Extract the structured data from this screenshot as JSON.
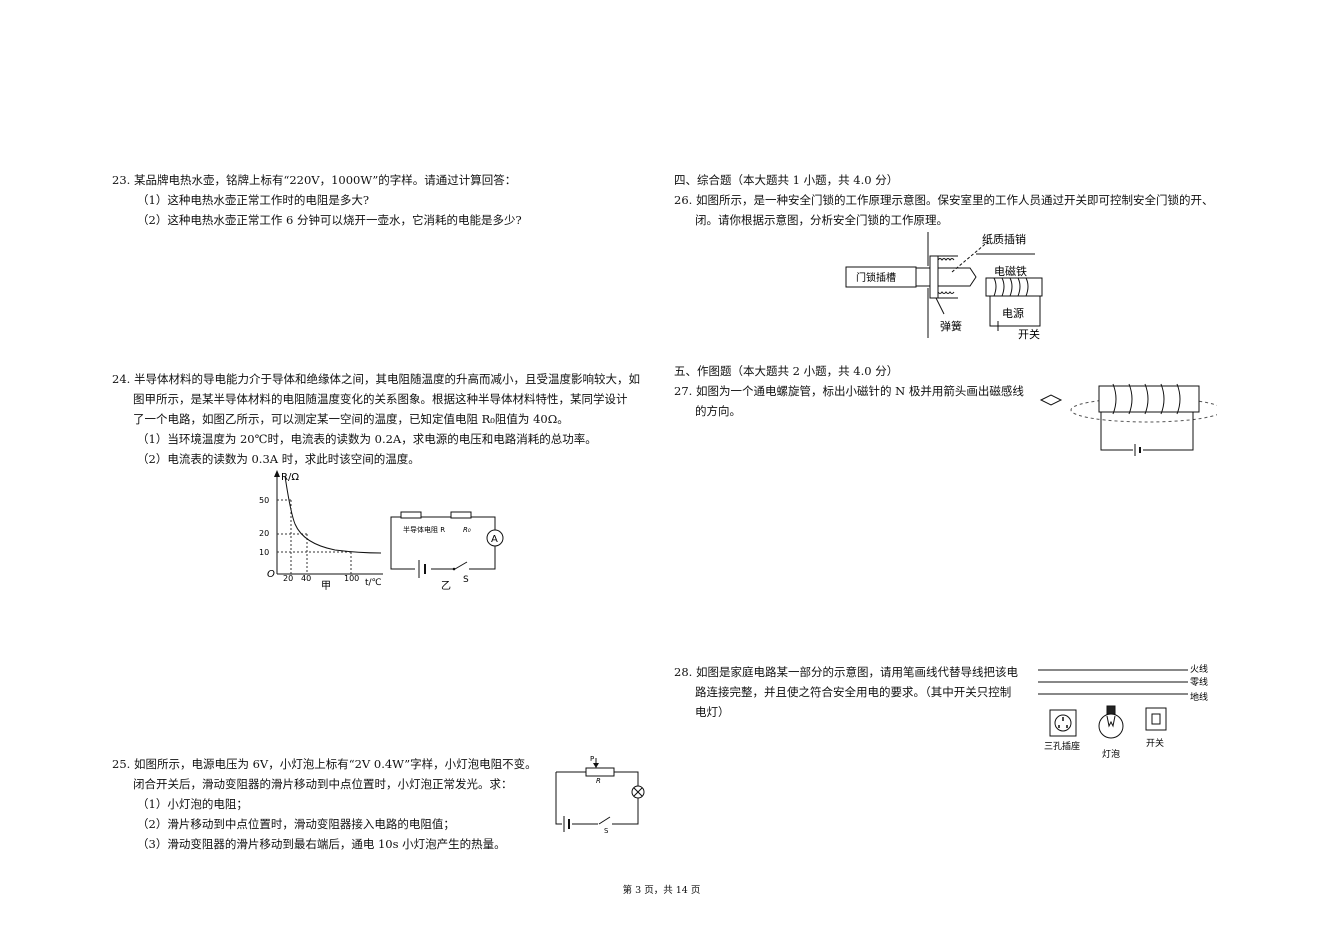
{
  "q23": {
    "stem": "23. 某品牌电热水壶，铭牌上标有“220V，1000W”的字样。请通过计算回答：",
    "p1": "（1）这种电热水壶正常工作时的电阻是多大?",
    "p2": "（2）这种电热水壶正常工作 6 分钟可以烧开一壶水，它消耗的电能是多少?"
  },
  "q24": {
    "l1": "24. 半导体材料的导电能力介于导体和绝缘体之间，其电阻随温度的升高而减小，且受温度影响较大，如",
    "l2": "图甲所示，是某半导体材料的电阻随温度变化的关系图象。根据这种半导体材料特性，某同学设计",
    "l3": "了一个电路，如图乙所示，可以测定某一空间的温度，已知定值电阻 R₀阻值为 40Ω。",
    "p1": "（1）当环境温度为 20℃时，电流表的读数为 0.2A，求电源的电压和电路消耗的总功率。",
    "p2": "（2）电流表的读数为 0.3A 时，求此时该空间的温度。",
    "graph": {
      "ylabel": "R/Ω",
      "xlabel": "t/℃",
      "origin": "O",
      "yticks": [
        "50",
        "20",
        "10"
      ],
      "xticks": [
        "20",
        "40",
        "100"
      ],
      "caption": "甲"
    },
    "circuit": {
      "semi_label": "半导体电阻 R",
      "r0_label": "R₀",
      "ammeter": "A",
      "switch": "S",
      "caption": "乙"
    }
  },
  "q25": {
    "l1": "25. 如图所示，电源电压为 6V，小灯泡上标有“2V 0.4W”字样，小灯泡电阻不变。",
    "l2": "闭合开关后，滑动变阻器的滑片移动到中点位置时，小灯泡正常发光。求：",
    "p1": "（1）小灯泡的电阻；",
    "p2": "（2）滑片移动到中点位置时，滑动变阻器接入电路的电阻值；",
    "p3": "（3）滑动变阻器的滑片移动到最右端后，通电 10s 小灯泡产生的热量。",
    "fig": {
      "p": "P",
      "r": "R",
      "s": "S"
    }
  },
  "sec4": {
    "title": "四、综合题（本大题共 1 小题，共 4.0 分）"
  },
  "q26": {
    "l1": "26. 如图所示，是一种安全门锁的工作原理示意图。保安室里的工作人员通过开关即可控制安全门锁的开、",
    "l2": "闭。请你根据示意图，分析安全门锁的工作原理。",
    "fig": {
      "paper_pin": "纸质插销",
      "lock_slot": "门锁插槽",
      "electromagnet": "电磁铁",
      "spring": "弹簧",
      "power": "电源",
      "switch": "开关"
    }
  },
  "sec5": {
    "title": "五、作图题（本大题共 2 小题，共 4.0 分）"
  },
  "q27": {
    "l1": "27. 如图为一个通电螺旋管，标出小磁针的 N 极并用箭头画出磁感线",
    "l2": "的方向。"
  },
  "q28": {
    "l1": "28. 如图是家庭电路某一部分的示意图，请用笔画线代替导线把该电",
    "l2": "路连接完整，并且使之符合安全用电的要求。（其中开关只控制",
    "l3": "电灯）",
    "fig": {
      "live": "火线",
      "neutral": "零线",
      "ground": "地线",
      "socket": "三孔插座",
      "bulb": "灯泡",
      "switch": "开关"
    }
  },
  "footer": {
    "text": "第 3 页，共 14 页"
  }
}
